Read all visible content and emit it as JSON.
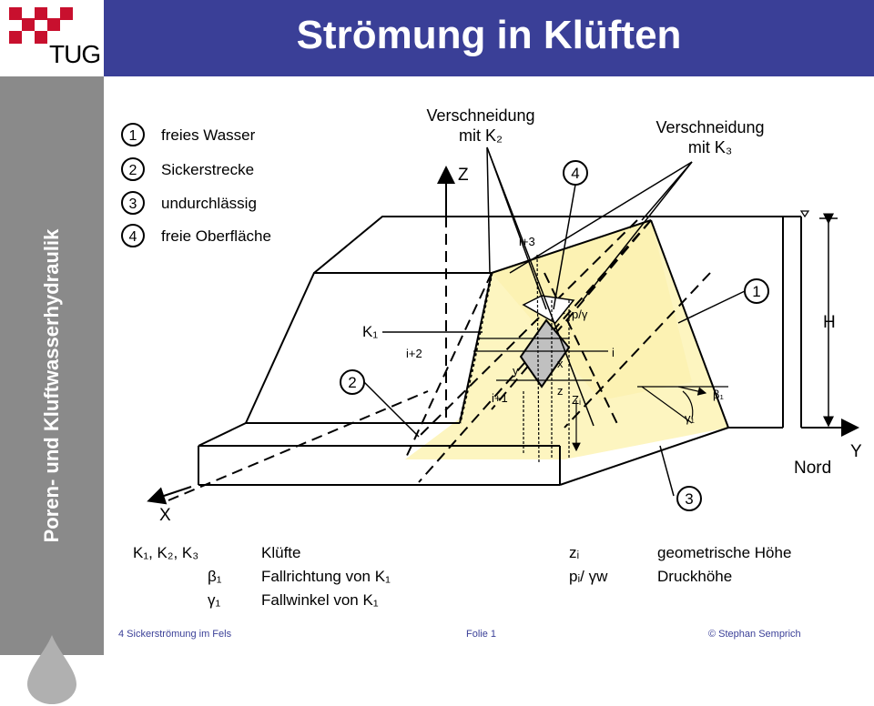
{
  "header": {
    "logo_text": "TUG",
    "title": "Strömung in Klüften"
  },
  "sidebar": {
    "title": "Poren- und Kluftwasserhydraulik"
  },
  "diagram": {
    "legend": [
      {
        "num": "1",
        "label": "freies Wasser"
      },
      {
        "num": "2",
        "label": "Sickerstrecke"
      },
      {
        "num": "3",
        "label": "undurchlässig"
      },
      {
        "num": "4",
        "label": "freie Oberfläche"
      }
    ],
    "callouts": {
      "k2_line1": "Verschneidung",
      "k2_line2": "mit K₂",
      "k3_line1": "Verschneidung",
      "k3_line2": "mit K₃"
    },
    "axes": {
      "z": "Z",
      "x": "X",
      "y": "Y",
      "north": "Nord",
      "h": "H"
    },
    "labels": {
      "k1": "K₁",
      "i_plus3": "i+3",
      "i_plus2": "i+2",
      "i_plus1": "i+1",
      "i": "i",
      "p_gamma": "p/γ",
      "y_small": "y",
      "x_small": "x",
      "z_small": "z",
      "z_i": "Zᵢ",
      "beta": "β₁",
      "gamma": "γ₁"
    }
  },
  "legend_bottom": {
    "left": [
      {
        "symbol": "K₁, K₂, K₃",
        "text": "Klüfte"
      },
      {
        "symbol": "β₁",
        "text": "Fallrichtung von K₁"
      },
      {
        "symbol": "γ₁",
        "text": "Fallwinkel von K₁"
      }
    ],
    "right": [
      {
        "symbol": "zᵢ",
        "text": "geometrische Höhe"
      },
      {
        "symbol": "pᵢ/ γw",
        "text": "Druckhöhe"
      }
    ]
  },
  "footer": {
    "left": "4 Sickerströmung im Fels",
    "center": "Folie 1",
    "right": "© Stephan Semprich"
  },
  "colors": {
    "header": "#3a3f97",
    "sidebar": "#8a8a8a",
    "fill": "#fdf5c0",
    "logo_red": "#c8102e"
  }
}
